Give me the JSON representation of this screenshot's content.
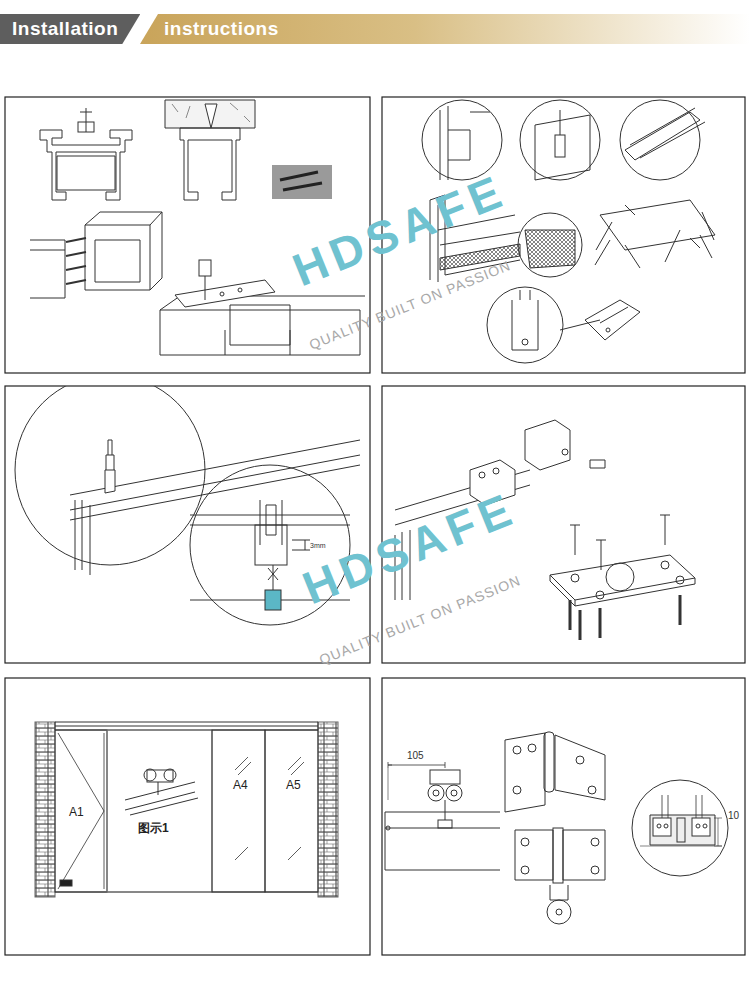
{
  "diagram": {
    "nodes": [
      {
        "text": [
          "Installation"
        ]
      },
      {
        "text": [
          "instructions"
        ]
      }
    ],
    "labels": [
      "HDSAFE",
      "QUALITY BUILT ON PASSION",
      "HDSAFE",
      "QUALITY BUILT ON PASSION",
      "3mm",
      "A1",
      "图示1",
      "A4",
      "A5",
      "105",
      "10"
    ]
  }
}
